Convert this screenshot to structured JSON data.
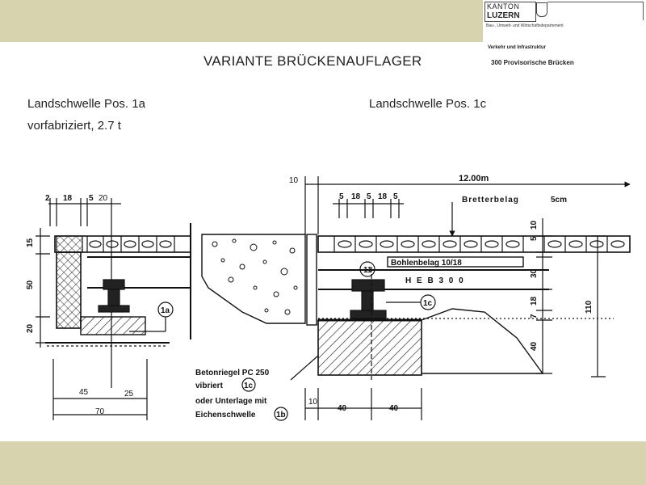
{
  "header": {
    "logo_kanton": "KANTON",
    "logo_luzern": "LUZERN",
    "logo_subtitle": "Bau-, Umwelt- und Wirtschaftsdepartement",
    "department": "Verkehr und Infrastruktur",
    "title": "VARIANTE  BRÜCKENAUFLAGER",
    "subtitle": "300 Provisorische Brücken"
  },
  "labels": {
    "left_line1": "Landschwelle Pos. 1a",
    "left_line2": "vorfabriziert, 2.7 t",
    "right_line1": "Landschwelle Pos. 1c"
  },
  "drawing": {
    "dims_top_left": [
      "2",
      "18",
      "5",
      "20"
    ],
    "dims_left_vertical": [
      "15",
      "50",
      "20"
    ],
    "dims_bottom_left": [
      "45",
      "25",
      "70"
    ],
    "callout_1a": "1a",
    "dim_10_top": "10",
    "span": "12.00m",
    "dims_top_right": [
      "5",
      "18",
      "5",
      "18",
      "5"
    ],
    "bretterbelag": "Bretterbelag",
    "bretterbelag_thickness": "5cm",
    "callout_11": "11",
    "bohlenbelag": "Bohlenbelag 10/18",
    "beam": "H E B   3 0 0",
    "callout_1c": "1c",
    "dims_right_vertical": [
      "10",
      "5",
      "30",
      "18",
      "7",
      "40"
    ],
    "dim_total": "110",
    "note_line1": "Betonriegel  PC 250",
    "note_line2": "vibriert",
    "note_line2_callout": "1c",
    "note_line3": "oder Unterlage mit",
    "note_line4": "Eichenschwelle",
    "note_line4_callout": "1b",
    "dims_bottom_right": [
      "10",
      "40",
      "40"
    ]
  }
}
